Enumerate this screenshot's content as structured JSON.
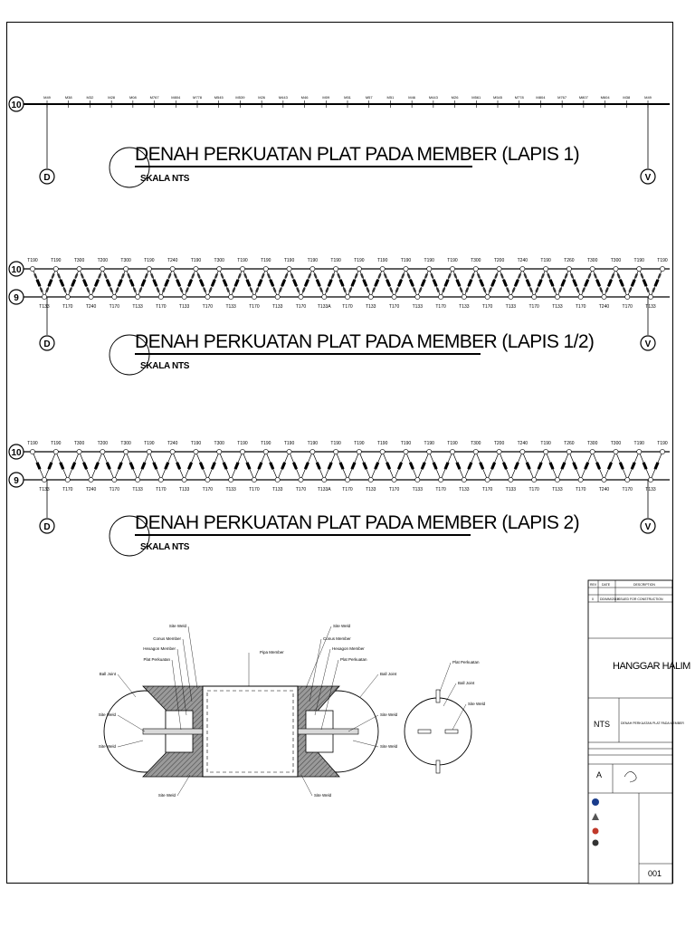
{
  "plans": [
    {
      "title": "DENAH PERKUATAN PLAT PADA MEMBER (LAPIS 1)",
      "scale": "SKALA NTS",
      "axis_left": "10",
      "grid_bottom_left": "D",
      "grid_bottom_right": "V",
      "member_labels": [
        "M49",
        "M38",
        "M32",
        "M28",
        "M08",
        "M767",
        "M804",
        "M778",
        "M545",
        "M539",
        "M26",
        "M443",
        "M46",
        "M09",
        "M51",
        "M57",
        "M51",
        "M46",
        "M443",
        "M26",
        "M561",
        "M545",
        "M778",
        "M804",
        "M767",
        "M807",
        "M604",
        "M38",
        "M49"
      ]
    },
    {
      "title": "DENAH PERKUATAN PLAT PADA MEMBER (LAPIS 1/2)",
      "scale": "SKALA NTS",
      "axis_top": "10",
      "axis_bottom": "9",
      "grid_bottom_left": "D",
      "grid_bottom_right": "V",
      "top_labels": [
        "T190",
        "T190",
        "T300",
        "T200",
        "T300",
        "T190",
        "T240",
        "T190",
        "T300",
        "T190",
        "T190",
        "T190",
        "T190",
        "T190",
        "T190",
        "T190",
        "T190",
        "T190",
        "T190",
        "T300",
        "T200",
        "T240",
        "T190",
        "T260",
        "T300",
        "T300",
        "T190",
        "T190"
      ],
      "bottom_labels": [
        "T133",
        "T170",
        "T240",
        "T170",
        "T133",
        "T170",
        "T133",
        "T170",
        "T133",
        "T170",
        "T133",
        "T170",
        "T133A",
        "T170",
        "T133",
        "T170",
        "T133",
        "T170",
        "T133",
        "T170",
        "T133",
        "T170",
        "T133",
        "T170",
        "T240",
        "T170",
        "T133"
      ]
    },
    {
      "title": "DENAH PERKUATAN PLAT PADA MEMBER (LAPIS 2)",
      "scale": "SKALA NTS",
      "axis_top": "10",
      "axis_bottom": "9",
      "grid_bottom_left": "D",
      "grid_bottom_right": "V",
      "top_labels": [
        "T190",
        "T190",
        "T300",
        "T200",
        "T300",
        "T190",
        "T240",
        "T190",
        "T300",
        "T190",
        "T190",
        "T190",
        "T190",
        "T190",
        "T190",
        "T190",
        "T190",
        "T190",
        "T190",
        "T300",
        "T200",
        "T240",
        "T190",
        "T260",
        "T300",
        "T300",
        "T190",
        "T190"
      ],
      "bottom_labels": [
        "T133",
        "T170",
        "T240",
        "T170",
        "T133",
        "T170",
        "T133",
        "T170",
        "T133",
        "T170",
        "T133",
        "T170",
        "T133A",
        "T170",
        "T133",
        "T170",
        "T133",
        "T170",
        "T133",
        "T170",
        "T133",
        "T170",
        "T133",
        "T170",
        "T240",
        "T170",
        "T133"
      ]
    }
  ],
  "detail": {
    "left_callouts": [
      "Site Weld",
      "Conus Member",
      "Hexagon Member",
      "Plat Perkuatan",
      "Ball Joint",
      "Site Weld",
      "Site Weld",
      "Site Weld"
    ],
    "right_callouts": [
      "Site Weld",
      "Conus Member",
      "Hexagon Member",
      "Plat Perkuatan",
      "Ball Joint",
      "Site Weld",
      "Site Weld",
      "Site Weld"
    ],
    "center_callout": "Pipa Member",
    "section_callouts": [
      "Plat Perkuatan",
      "Ball Joint",
      "Site Weld"
    ]
  },
  "title_block": {
    "rev_headers": [
      "REV",
      "DATE",
      "DESCRIPTION"
    ],
    "rev_row": [
      "0",
      "DD/MM/2019",
      "ISSUED FOR CONSTRUCTION"
    ],
    "project": "HANGGAR HALIM",
    "scale_value": "NTS",
    "drawing_title": "DENAH PERKUATAN PLAT PADA MEMBER",
    "size": "A",
    "sheet_no": "001"
  }
}
